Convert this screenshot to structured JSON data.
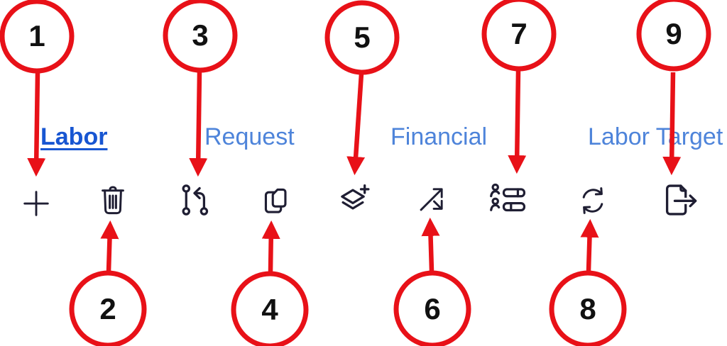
{
  "toolbar": {
    "tabs": [
      {
        "label": "Labor",
        "active": true
      },
      {
        "label": "Request",
        "active": false
      },
      {
        "label": "Financial",
        "active": false
      },
      {
        "label": "Labor Target",
        "active": false
      }
    ],
    "icons": [
      "add",
      "delete",
      "request-branch",
      "copy",
      "add-to-stack",
      "shuffle",
      "people-settings",
      "refresh",
      "export"
    ]
  },
  "annotations": {
    "callouts": [
      {
        "number": "1",
        "target_icon": "add-icon"
      },
      {
        "number": "2",
        "target_icon": "delete-icon"
      },
      {
        "number": "3",
        "target_icon": "request-branch-icon"
      },
      {
        "number": "4",
        "target_icon": "copy-icon"
      },
      {
        "number": "5",
        "target_icon": "add-to-stack-icon"
      },
      {
        "number": "6",
        "target_icon": "shuffle-icon"
      },
      {
        "number": "7",
        "target_icon": "people-settings-icon"
      },
      {
        "number": "8",
        "target_icon": "refresh-icon"
      },
      {
        "number": "9",
        "target_icon": "export-icon"
      }
    ]
  },
  "colors": {
    "annotation_red": "#e81118",
    "active_tab_blue": "#1856d2",
    "tab_blue": "#4e84da",
    "icon_ink": "#1f1e33",
    "background": "#ffffff"
  }
}
